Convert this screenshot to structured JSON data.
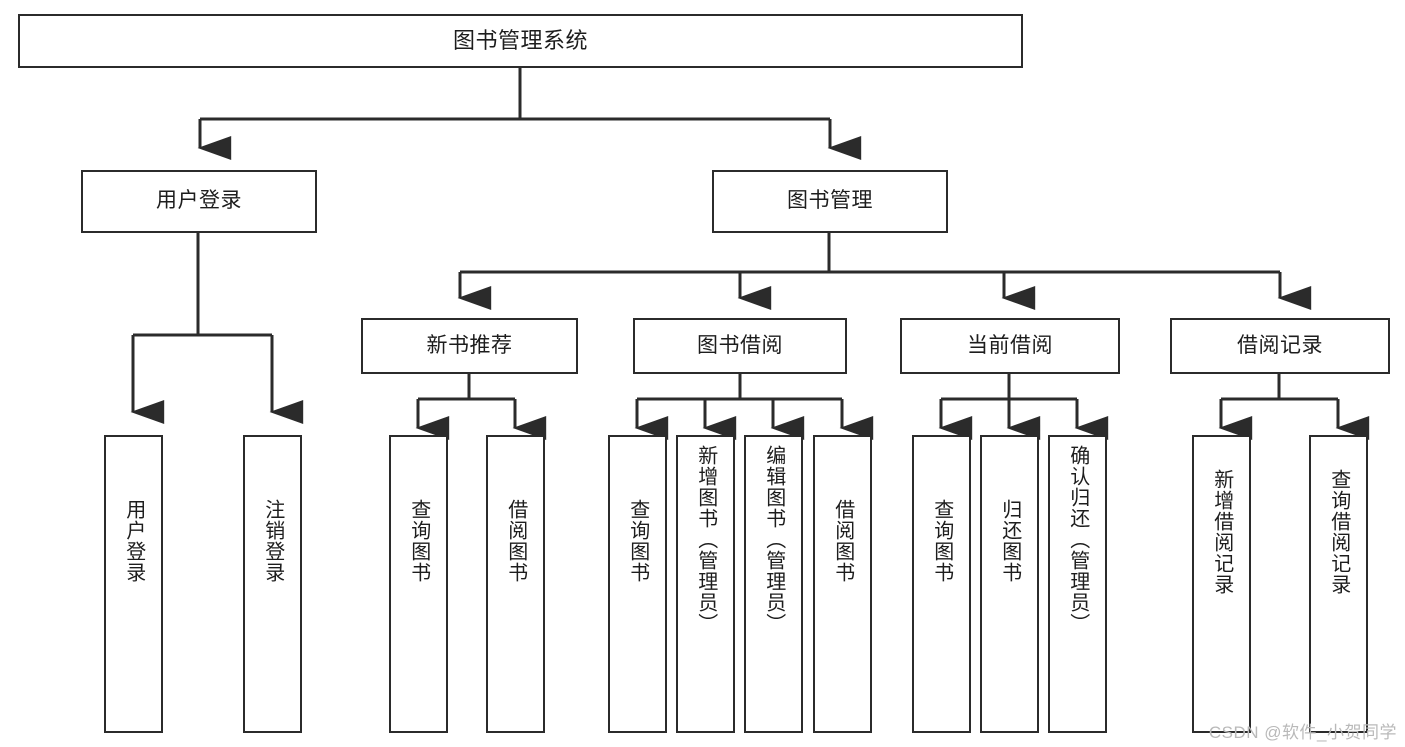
{
  "diagram": {
    "title": "图书管理系统",
    "type": "tree",
    "watermark": "CSDN @软件_小贺同学",
    "colors": {
      "box_border": "#2b2b2b",
      "box_fill": "#ffffff",
      "connector": "#2b2b2b",
      "text": "#1d1d1d",
      "watermark": "#b9b9b9",
      "background": "#ffffff"
    },
    "levels": {
      "root": "图书管理系统",
      "level2": [
        "用户登录",
        "图书管理"
      ],
      "level3": [
        "新书推荐",
        "图书借阅",
        "当前借阅",
        "借阅记录"
      ]
    },
    "nodes": {
      "root": {
        "label": "图书管理系统"
      },
      "user_login": {
        "label": "用户登录"
      },
      "book_manage": {
        "label": "图书管理"
      },
      "new_book_rec": {
        "label": "新书推荐"
      },
      "book_borrow": {
        "label": "图书借阅"
      },
      "current_borrow": {
        "label": "当前借阅"
      },
      "borrow_record": {
        "label": "借阅记录"
      },
      "leaf_user_login": {
        "label": "用户登录"
      },
      "leaf_logout": {
        "label": "注销登录"
      },
      "leaf_query_book_a": {
        "label": "查询图书"
      },
      "leaf_borrow_book_a": {
        "label": "借阅图书"
      },
      "leaf_query_book_b": {
        "label": "查询图书"
      },
      "leaf_add_book": {
        "label": "新增图书（管理员）"
      },
      "leaf_edit_book": {
        "label": "编辑图书（管理员）"
      },
      "leaf_borrow_book_b": {
        "label": "借阅图书"
      },
      "leaf_query_book_c": {
        "label": "查询图书"
      },
      "leaf_return_book": {
        "label": "归还图书"
      },
      "leaf_confirm_return": {
        "label": "确认归还（管理员）"
      },
      "leaf_add_record": {
        "label": "新增借阅记录"
      },
      "leaf_query_record": {
        "label": "查询借阅记录"
      }
    },
    "edges": [
      {
        "from": "root",
        "to": "user_login"
      },
      {
        "from": "root",
        "to": "book_manage"
      },
      {
        "from": "user_login",
        "to": "leaf_user_login"
      },
      {
        "from": "user_login",
        "to": "leaf_logout"
      },
      {
        "from": "book_manage",
        "to": "new_book_rec"
      },
      {
        "from": "book_manage",
        "to": "book_borrow"
      },
      {
        "from": "book_manage",
        "to": "current_borrow"
      },
      {
        "from": "book_manage",
        "to": "borrow_record"
      },
      {
        "from": "new_book_rec",
        "to": "leaf_query_book_a"
      },
      {
        "from": "new_book_rec",
        "to": "leaf_borrow_book_a"
      },
      {
        "from": "book_borrow",
        "to": "leaf_query_book_b"
      },
      {
        "from": "book_borrow",
        "to": "leaf_add_book"
      },
      {
        "from": "book_borrow",
        "to": "leaf_edit_book"
      },
      {
        "from": "book_borrow",
        "to": "leaf_borrow_book_b"
      },
      {
        "from": "current_borrow",
        "to": "leaf_query_book_c"
      },
      {
        "from": "current_borrow",
        "to": "leaf_return_book"
      },
      {
        "from": "current_borrow",
        "to": "leaf_confirm_return"
      },
      {
        "from": "borrow_record",
        "to": "leaf_add_record"
      },
      {
        "from": "borrow_record",
        "to": "leaf_query_record"
      }
    ]
  }
}
